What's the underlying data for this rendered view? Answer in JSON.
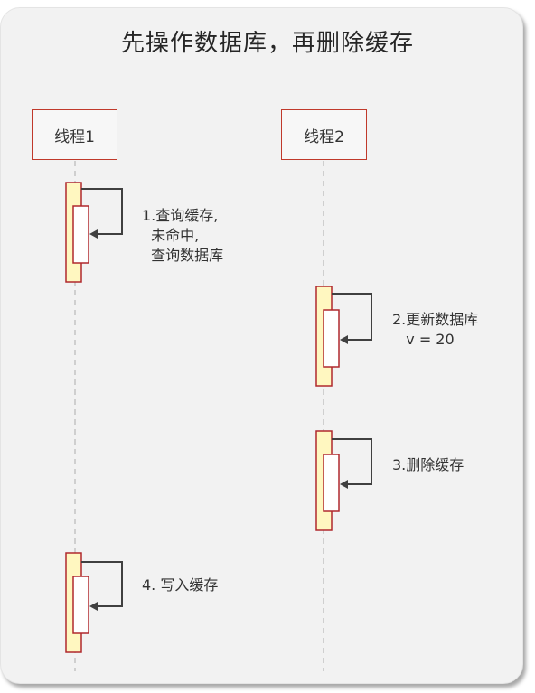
{
  "title": "先操作数据库，再删除缓存",
  "actors": [
    {
      "name": "线程1"
    },
    {
      "name": "线程2"
    }
  ],
  "steps": [
    {
      "actor": 1,
      "lines": [
        "1.查询缓存,",
        "  未命中,",
        "  查询数据库"
      ]
    },
    {
      "actor": 2,
      "lines": [
        "2.更新数据库",
        "   v = 20"
      ]
    },
    {
      "actor": 2,
      "lines": [
        "3.删除缓存"
      ]
    },
    {
      "actor": 1,
      "lines": [
        "4. 写入缓存"
      ]
    }
  ],
  "colors": {
    "actor_border": "#c0392b",
    "activation_outer_fill": "#fff7c0",
    "activation_inner_fill": "#ffffff",
    "activation_border": "#b0282d",
    "arrow": "#404040",
    "lifeline": "#b8b8b8"
  }
}
